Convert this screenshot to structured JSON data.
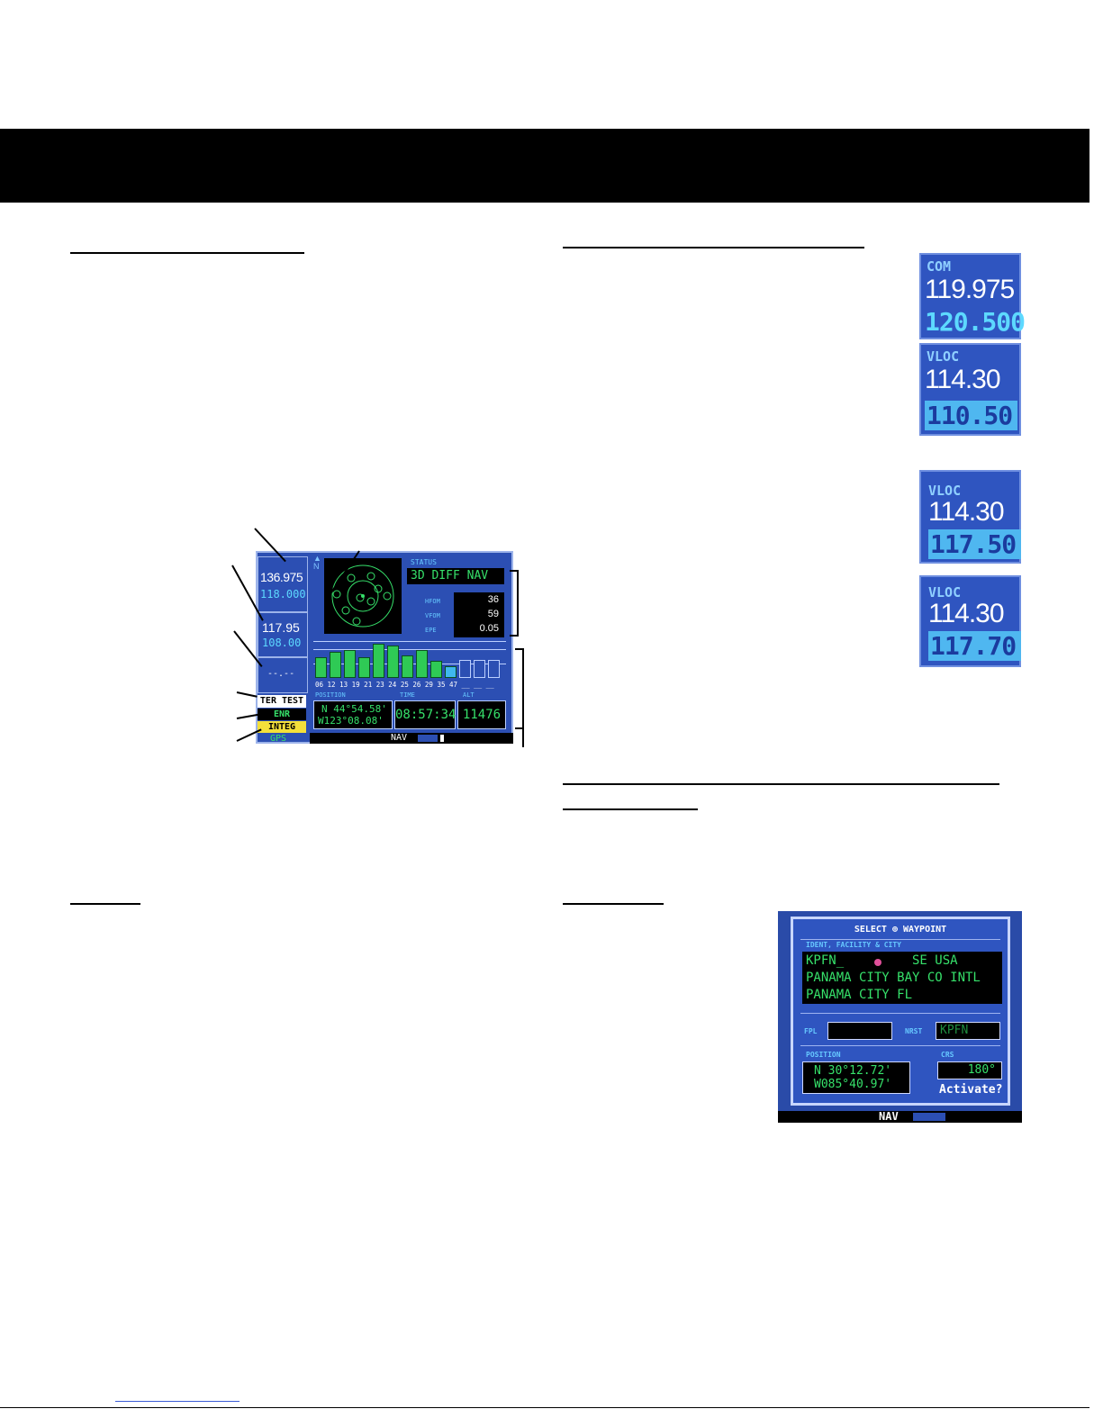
{
  "gps_status_screen": {
    "com_active": "136.975",
    "com_standby": "118.000",
    "vloc_active": "117.95",
    "vloc_standby": "108.00",
    "obs_dashes": "--.--",
    "ter_test": "TER TEST",
    "enr": "ENR",
    "integ": "INTEG",
    "gps_label": "GPS",
    "nav_label": "NAV",
    "status_title": "STATUS",
    "status_value": "3D DIFF NAV",
    "hfom_label": "HFOM",
    "vfom_label": "VFOM",
    "epe_label": "EPE",
    "hfom_value": "36",
    "vfom_value": "59",
    "epe_value": "0.05",
    "sat_numbers": "06 12 13 19 21 23 24 25 26 29 35 47 __ __ __",
    "bar_levels": [
      0.55,
      0.7,
      0.75,
      0.55,
      0.95,
      0.9,
      0.6,
      0.75,
      0.45,
      0.3,
      0.0,
      0.0,
      0.0
    ],
    "position_title": "POSITION",
    "position_n": "N 44°54.58'",
    "position_w": "W123°08.08'",
    "time_title": "TIME",
    "time_value": "08:57:34",
    "alt_title": "ALT",
    "alt_value": "11476"
  },
  "radio_windows": [
    {
      "label": "COM",
      "active": "119.975",
      "standby": "120.500",
      "selected": false
    },
    {
      "label": "VLOC",
      "active": "114.30",
      "standby": "110.50",
      "selected": true
    },
    {
      "label": "VLOC",
      "active": "114.30",
      "standby": "117.50",
      "selected": true
    },
    {
      "label": "VLOC",
      "active": "114.30",
      "standby": "117.70",
      "selected": true
    }
  ],
  "waypoint_dialog": {
    "title": "SELECT ⊕ WAYPOINT",
    "ident_header": "IDENT, FACILITY & CITY",
    "ident": "KPFN_",
    "region": "SE USA",
    "facility": "PANAMA CITY BAY CO INTL",
    "city": "PANAMA CITY FL",
    "fpl_label": "FPL",
    "nrst_label": "NRST",
    "nrst_value": "KPFN",
    "position_header": "POSITION",
    "crs_header": "CRS",
    "position_n": "N 30°12.72'",
    "position_w": "W085°40.97'",
    "crs_value": "180°",
    "activate": "Activate?",
    "nav_label": "NAV"
  }
}
